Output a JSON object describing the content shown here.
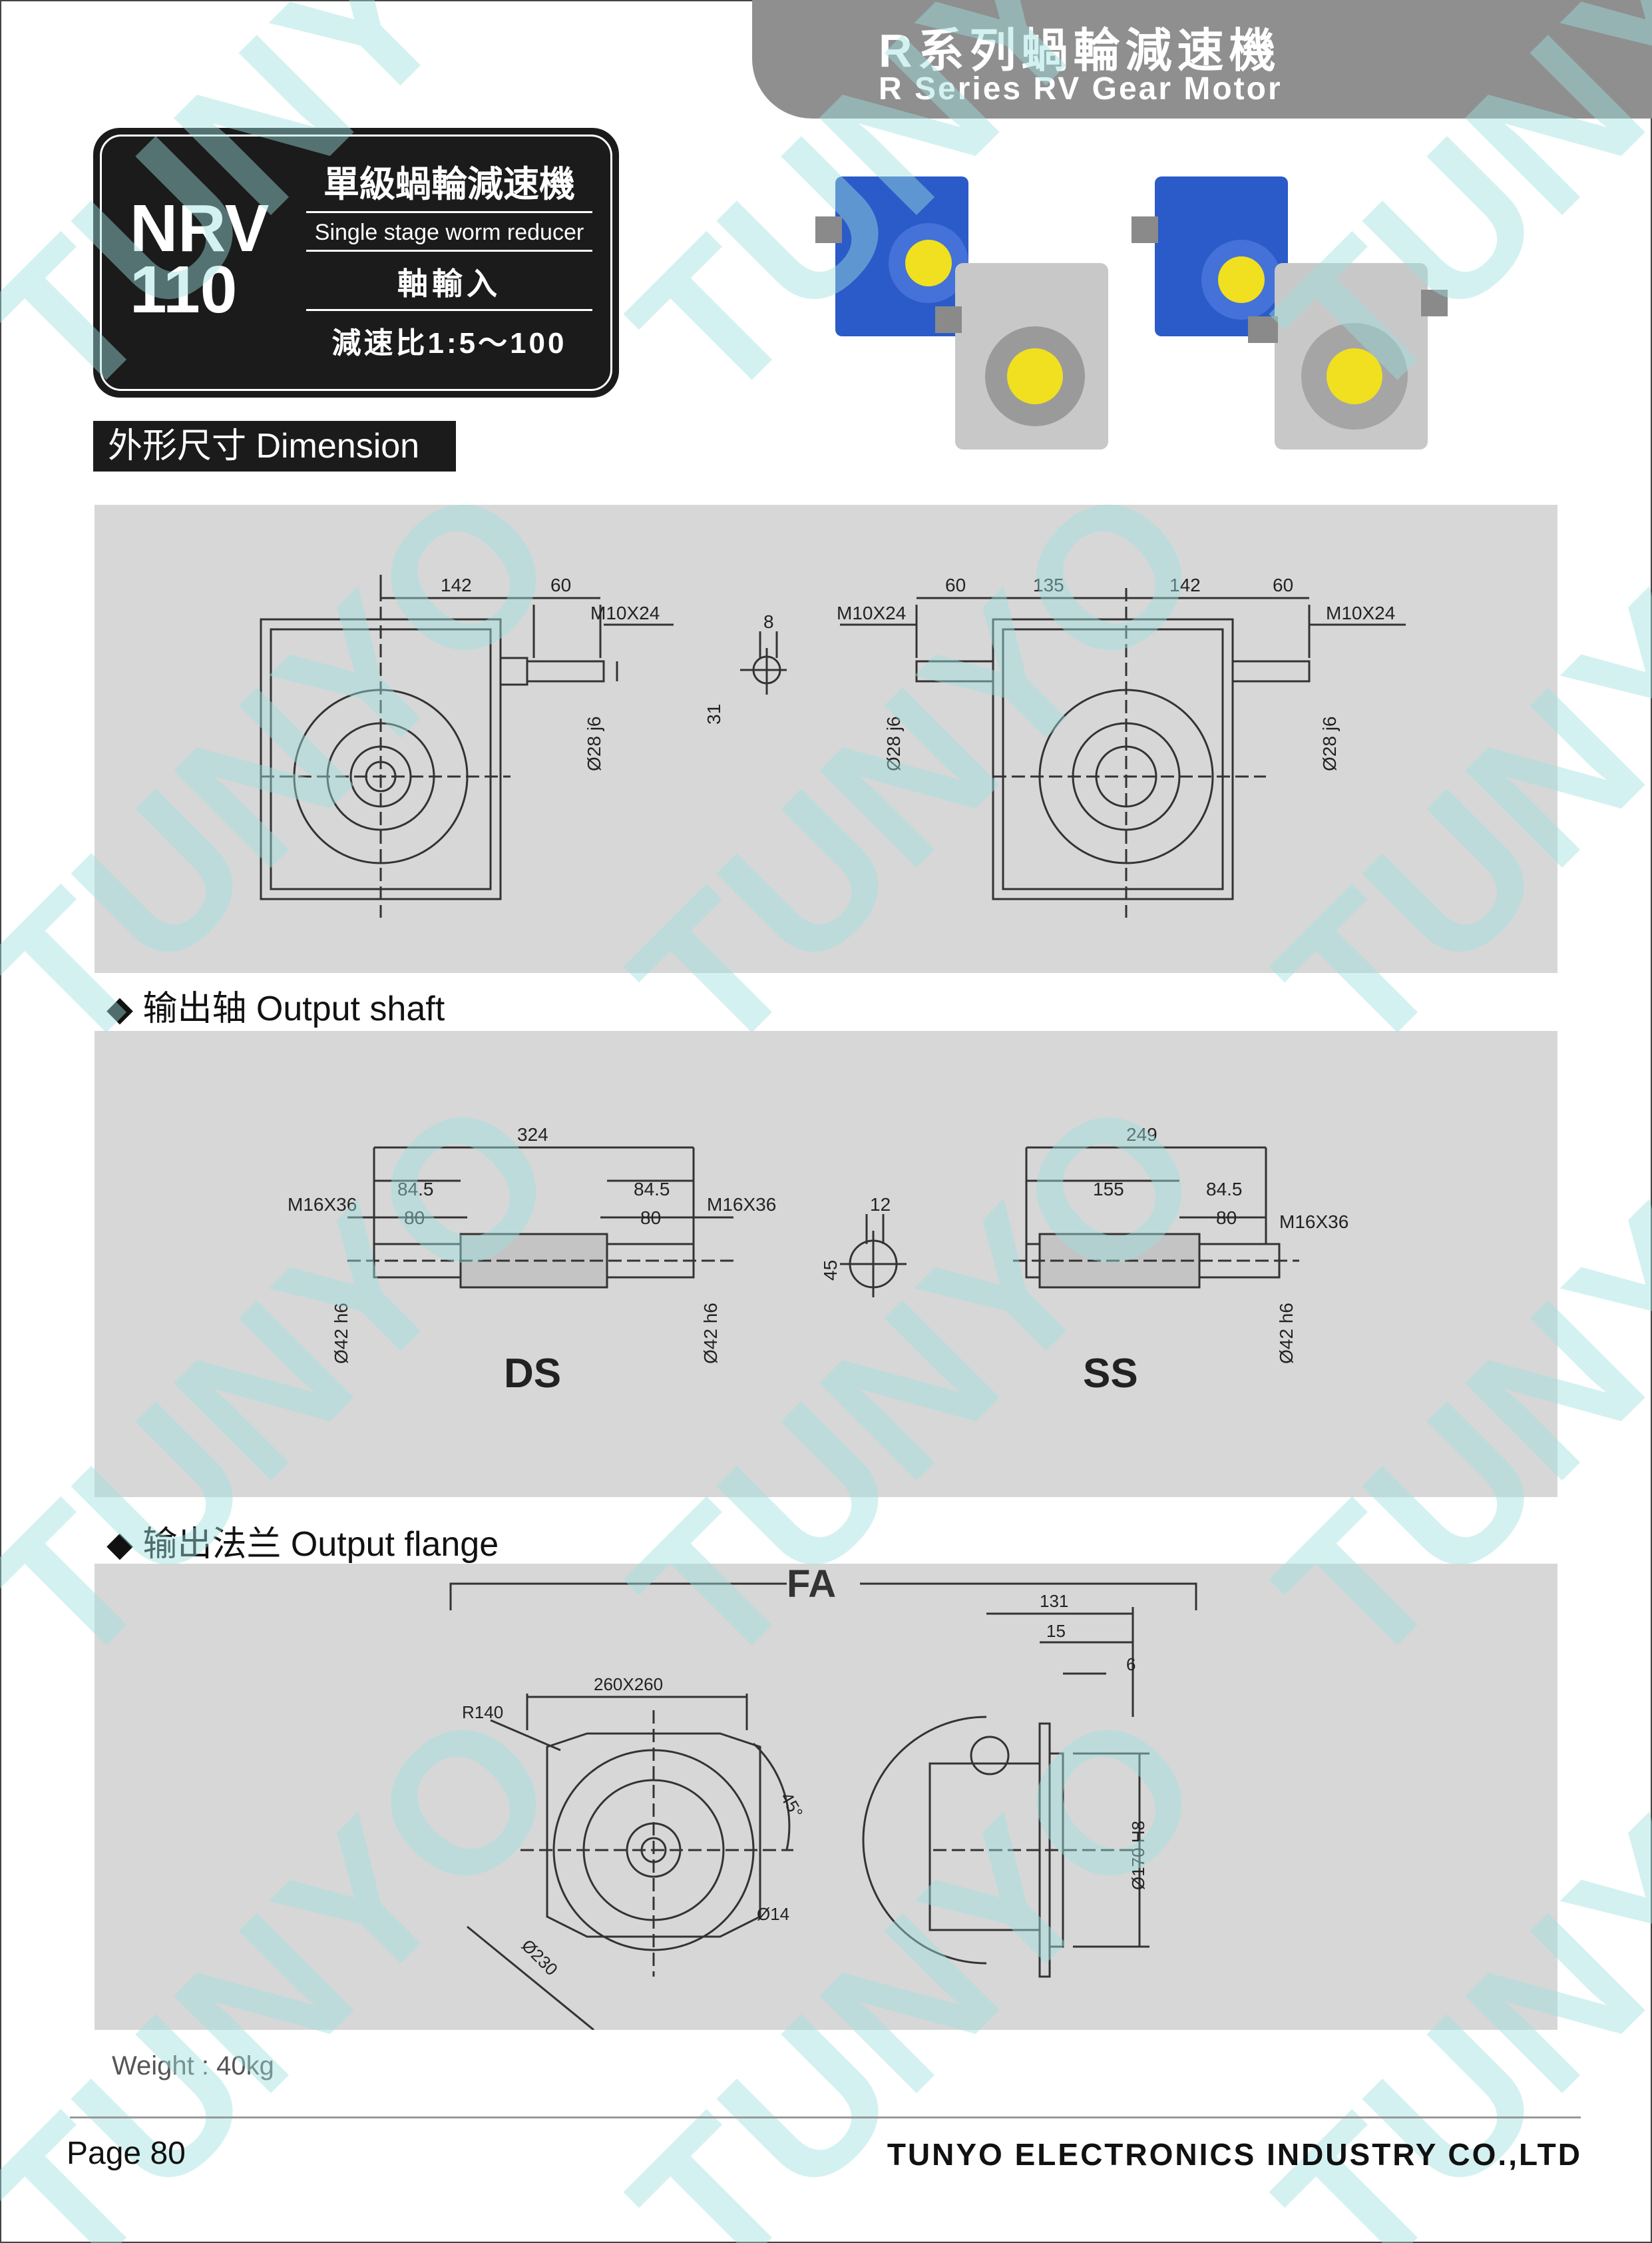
{
  "header": {
    "title_cn": "R系列蝸輪減速機",
    "title_en": "R Series RV Gear Motor"
  },
  "model": {
    "name_line1": "NRV",
    "name_line2": "110",
    "type_cn": "單級蝸輪減速機",
    "type_en": "Single stage worm reducer",
    "input_cn": "軸輸入",
    "ratio": "減速比1:5～100"
  },
  "dimension_label": "外形尺寸 Dimension",
  "watermark": "TUNYO",
  "panel1": {
    "left": {
      "d142": "142",
      "d60": "60",
      "thread": "M10X24",
      "shaft": "Ø28 j6"
    },
    "key": {
      "d8": "8",
      "d31": "31"
    },
    "right": {
      "thread_l": "M10X24",
      "d60a": "60",
      "d135": "135",
      "d142": "142",
      "d60b": "60",
      "thread_r": "M10X24",
      "shaft_l": "Ø28 j6",
      "shaft_r": "Ø28 j6"
    }
  },
  "output_shaft_label": "◆ 输出轴 Output shaft",
  "panel2": {
    "ds": {
      "total": "324",
      "a845": "84.5",
      "a80": "80",
      "b845": "84.5",
      "b80": "80",
      "thread_l": "M16X36",
      "thread_r": "M16X36",
      "dia_l": "Ø42 h6",
      "dia_r": "Ø42 h6",
      "name": "DS"
    },
    "key": {
      "d12": "12",
      "d45": "45"
    },
    "ss": {
      "total": "249",
      "d155": "155",
      "d845": "84.5",
      "d80": "80",
      "thread": "M16X36",
      "dia": "Ø42 h6",
      "name": "SS"
    }
  },
  "output_flange_label": "◆ 输出法兰 Output flange",
  "panel3": {
    "name": "FA",
    "front": {
      "square": "260X260",
      "radius": "R140",
      "angle": "45°",
      "hole": "Ø14",
      "pcd": "Ø230"
    },
    "side": {
      "d131": "131",
      "d15": "15",
      "d6": "6",
      "pilot": "Ø170 H8"
    }
  },
  "weight": "Weight : 40kg",
  "footer": {
    "page": "Page 80",
    "company": "TUNYO ELECTRONICS INDUSTRY CO.,LTD"
  },
  "colors": {
    "panel": "#d7d7d7",
    "tab": "#8f8f8f",
    "watermark": "#9fe0e0",
    "gearbox_blue": "#2a5bc8",
    "gearbox_silver": "#c8c8c8",
    "cap_yellow": "#f0e020"
  }
}
